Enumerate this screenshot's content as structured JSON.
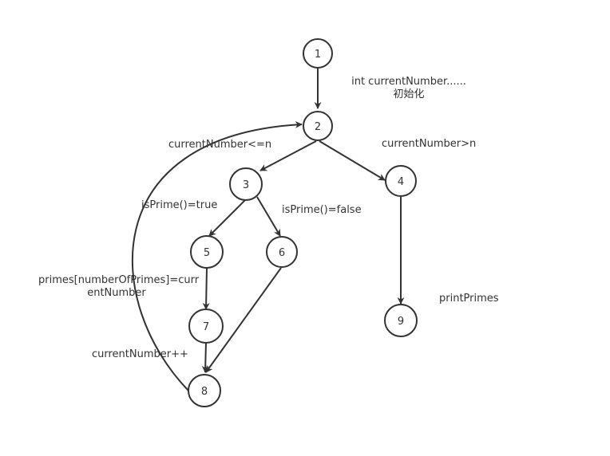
{
  "colors": {
    "stroke": "#333333",
    "node_fill": "#ffffff",
    "background": "#ffffff",
    "text": "#333333"
  },
  "nodes": [
    {
      "id": "1",
      "label": "1"
    },
    {
      "id": "2",
      "label": "2"
    },
    {
      "id": "3",
      "label": "3"
    },
    {
      "id": "4",
      "label": "4"
    },
    {
      "id": "5",
      "label": "5"
    },
    {
      "id": "6",
      "label": "6"
    },
    {
      "id": "7",
      "label": "7"
    },
    {
      "id": "8",
      "label": "8"
    },
    {
      "id": "9",
      "label": "9"
    }
  ],
  "edges": [
    {
      "from": "1",
      "to": "2"
    },
    {
      "from": "2",
      "to": "3"
    },
    {
      "from": "2",
      "to": "4"
    },
    {
      "from": "3",
      "to": "5"
    },
    {
      "from": "3",
      "to": "6"
    },
    {
      "from": "5",
      "to": "7"
    },
    {
      "from": "7",
      "to": "8"
    },
    {
      "from": "6",
      "to": "8"
    },
    {
      "from": "4",
      "to": "9"
    },
    {
      "from": "8",
      "to": "2"
    }
  ],
  "labels": {
    "init_line1": "int currentNumber......",
    "init_line2": "初始化",
    "cond_true": "currentNumber<=n",
    "cond_false": "currentNumber>n",
    "is_prime_true": "isPrime()=true",
    "is_prime_false": "isPrime()=false",
    "assign_line1": "primes[numberOfPrimes]=curr",
    "assign_line2": "entNumber",
    "increment": "currentNumber++",
    "print": "printPrimes"
  }
}
